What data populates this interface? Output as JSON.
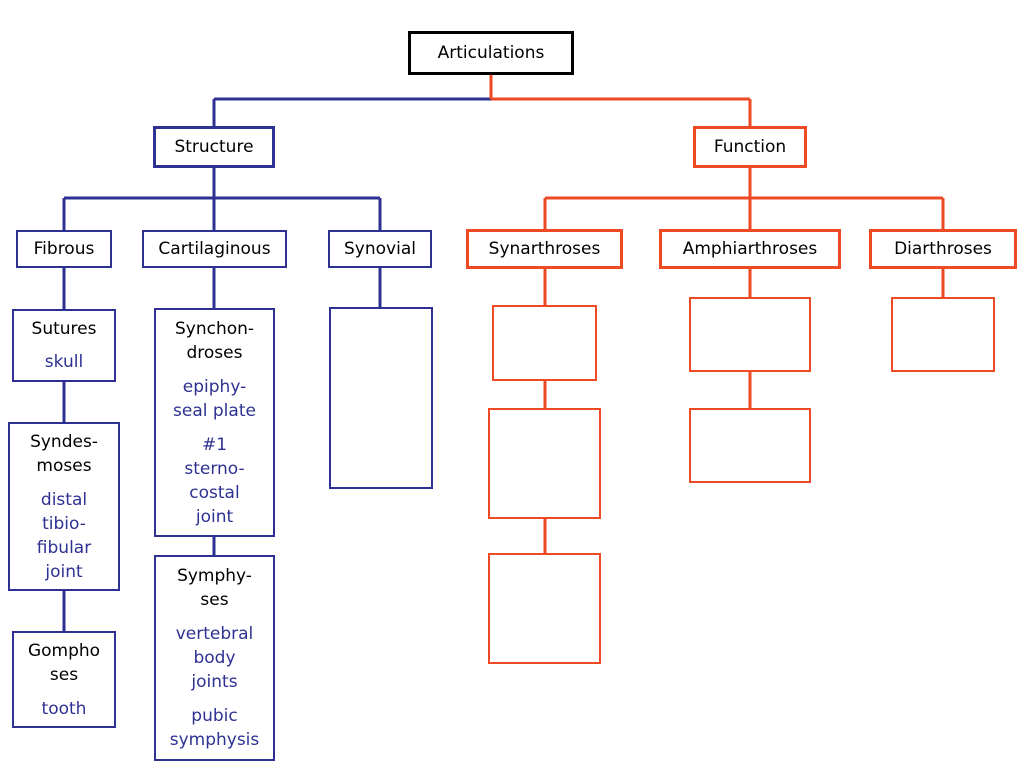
{
  "root": {
    "label": "Articulations"
  },
  "structure": {
    "label": "Structure",
    "fibrous": {
      "label": "Fibrous",
      "sutures": {
        "label": "Sutures",
        "example": "skull"
      },
      "syndesmoses": {
        "label_1": "Syndes-",
        "label_2": "moses",
        "ex_1": "distal",
        "ex_2": "tibio-",
        "ex_3": "fibular",
        "ex_4": "joint"
      },
      "gomphoses": {
        "label_1": "Gompho",
        "label_2": "ses",
        "example": "tooth"
      }
    },
    "cartilaginous": {
      "label": "Cartilaginous",
      "synchondroses": {
        "label_1": "Synchon-",
        "label_2": "droses",
        "ex_1": "epiphy-",
        "ex_2": "seal plate",
        "ex_3": "#1",
        "ex_4": "sterno-",
        "ex_5": "costal",
        "ex_6": "joint"
      },
      "symphyses": {
        "label_1": "Symphy-",
        "label_2": "ses",
        "ex_1": "vertebral",
        "ex_2": "body",
        "ex_3": "joints",
        "ex_4": "pubic",
        "ex_5": "symphysis"
      }
    },
    "synovial": {
      "label": "Synovial"
    }
  },
  "function": {
    "label": "Function",
    "synarthroses": {
      "label": "Synarthroses"
    },
    "amphiarthroses": {
      "label": "Amphiarthroses"
    },
    "diarthroses": {
      "label": "Diarthroses"
    }
  },
  "colors": {
    "structure": "#2e3192",
    "function": "#ee4a23",
    "root": "#000000"
  }
}
